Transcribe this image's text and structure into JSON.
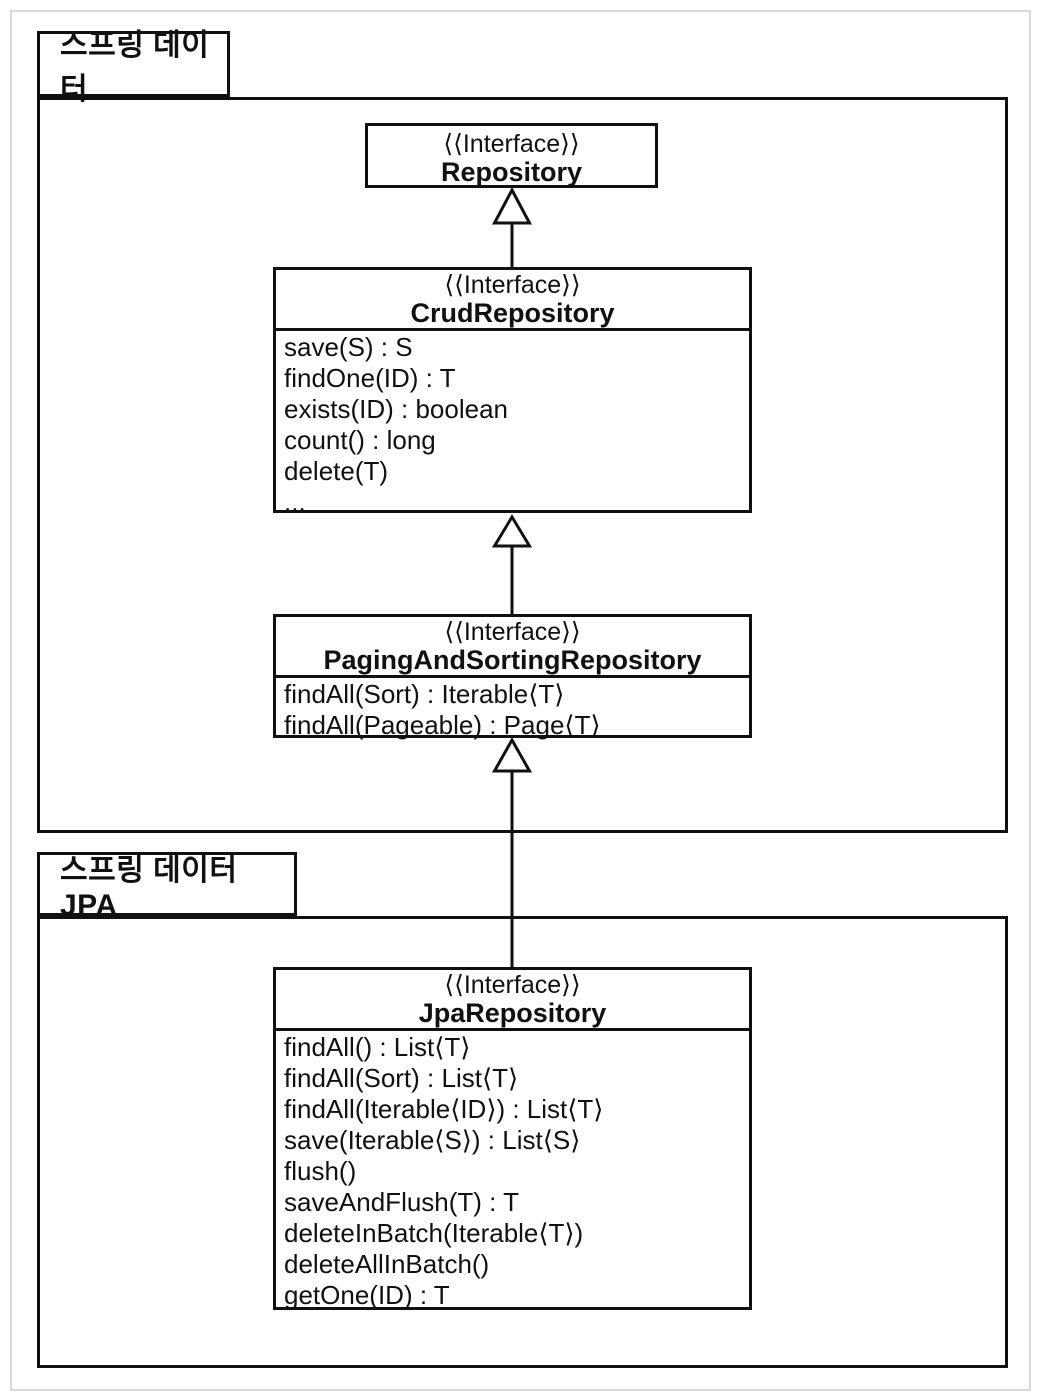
{
  "packages": {
    "spring_data": {
      "label": "스프링 데이터"
    },
    "spring_data_jpa": {
      "label": "스프링 데이터 JPA"
    }
  },
  "classes": {
    "repository": {
      "stereotype": "⟨⟨Interface⟩⟩",
      "name": "Repository",
      "methods": []
    },
    "crud_repository": {
      "stereotype": "⟨⟨Interface⟩⟩",
      "name": "CrudRepository",
      "methods": [
        "save(S) : S",
        "findOne(ID) : T",
        "exists(ID) : boolean",
        "count() : long",
        "delete(T)",
        "..."
      ]
    },
    "paging_and_sorting_repository": {
      "stereotype": "⟨⟨Interface⟩⟩",
      "name": "PagingAndSortingRepository",
      "methods": [
        "findAll(Sort) : Iterable⟨T⟩",
        "findAll(Pageable) : Page⟨T⟩"
      ]
    },
    "jpa_repository": {
      "stereotype": "⟨⟨Interface⟩⟩",
      "name": "JpaRepository",
      "methods": [
        "findAll() : List⟨T⟩",
        "findAll(Sort) : List⟨T⟩",
        "findAll(Iterable⟨ID⟩) : List⟨T⟩",
        "save(Iterable⟨S⟩) : List⟨S⟩",
        "flush()",
        "saveAndFlush(T) : T",
        "deleteInBatch(Iterable⟨T⟩)",
        "deleteAllInBatch()",
        "getOne(ID) : T"
      ]
    }
  },
  "relations": [
    {
      "from": "CrudRepository",
      "to": "Repository",
      "type": "inheritance"
    },
    {
      "from": "PagingAndSortingRepository",
      "to": "CrudRepository",
      "type": "inheritance"
    },
    {
      "from": "JpaRepository",
      "to": "PagingAndSortingRepository",
      "type": "inheritance"
    }
  ],
  "colors": {
    "line": "#111111",
    "frame_border": "#d9d9d9",
    "background": "#ffffff"
  }
}
